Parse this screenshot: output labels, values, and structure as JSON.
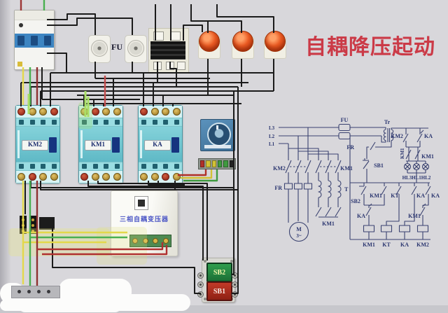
{
  "title": {
    "text": "自耦降压起动",
    "color": "#cb3a47"
  },
  "panel": {
    "fu_label": "FU",
    "contactors": [
      {
        "label": "KM2"
      },
      {
        "label": "KM1"
      },
      {
        "label": "KA"
      }
    ],
    "transformer_label": "三相自耦变压器",
    "sb2_label": "SB2",
    "sb1_label": "SB1"
  },
  "schematic": {
    "phases": [
      "L3",
      "L2",
      "L1"
    ],
    "fu": "FU",
    "tr": "Tr",
    "top": {
      "km2": "KM2",
      "ka": "KA",
      "km1_vert": "KM1",
      "km1": "KM1",
      "lamps": "HL3HL1HL2"
    },
    "control": {
      "fr": "FR",
      "sb1": "SB1",
      "sb2": "SB2",
      "row1": [
        "KM1",
        "KT",
        "KA",
        "KA"
      ],
      "ka2": "KA",
      "km1_2": "KM1",
      "coils": [
        "KM1",
        "KT",
        "KA",
        "KM2"
      ]
    },
    "power": {
      "km2": "KM2",
      "km1": "KM1",
      "fr": "FR",
      "t": "T",
      "km1_star": "KM1",
      "motor": "M",
      "motor_sub": "3~"
    },
    "ink_color": "#3a4270",
    "wire_color": "#1b1b1b"
  }
}
